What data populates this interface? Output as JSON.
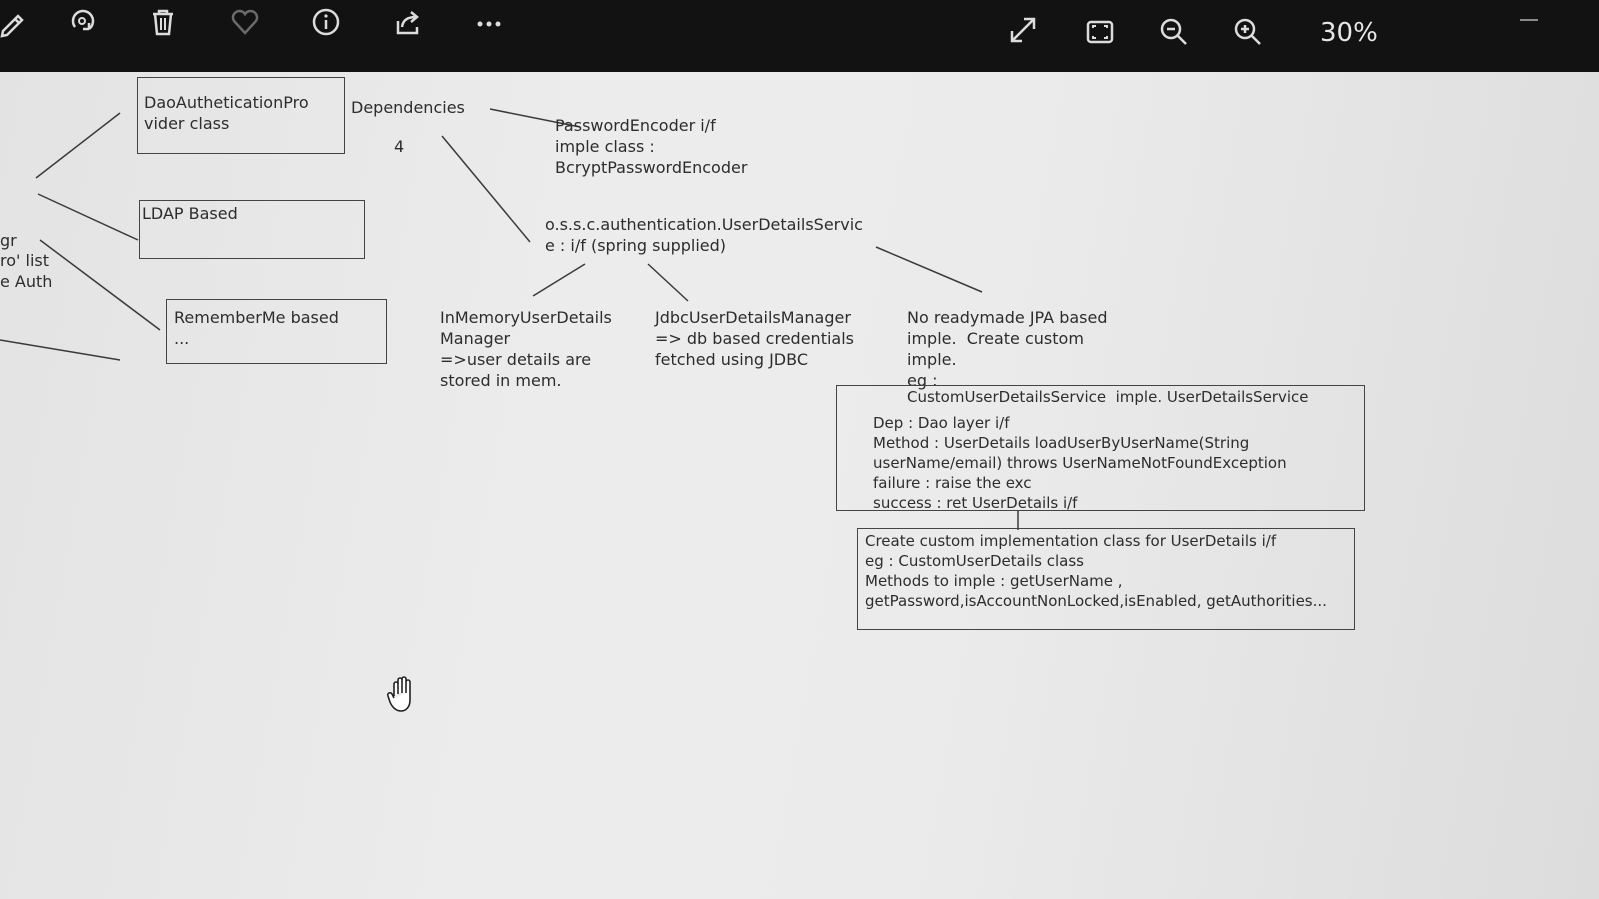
{
  "toolbar": {
    "zoom_level": "30%",
    "icons": [
      "edit-icon",
      "rotate-icon",
      "delete-icon",
      "favorite-icon",
      "info-icon",
      "share-icon",
      "more-icon",
      "fullscreen-icon",
      "fit-screen-icon",
      "zoom-out-icon",
      "zoom-in-icon",
      "minimize-icon"
    ]
  },
  "diagram": {
    "left_fragments": [
      "gr",
      "ro' list",
      "e Auth"
    ],
    "dao_box": "DaoAutheticationPro\nvider class",
    "ldap_box": "LDAP Based",
    "rememberme_box": "RememberMe based\n...",
    "dependencies_label": "Dependencies",
    "dependencies_count": "4",
    "password_encoder": "PasswordEncoder i/f\nimple class :\nBcryptPasswordEncoder",
    "user_details_service": "o.s.s.c.authentication.UserDetailsServic\ne : i/f (spring supplied)",
    "in_memory": "InMemoryUserDetails\nManager\n=>user details are\nstored in mem.",
    "jdbc": "JdbcUserDetailsManager\n=> db based credentials\nfetched using JDBC",
    "no_jpa": "No readymade JPA based\nimple.  Create custom\nimple.\neg :",
    "custom_service_title": "CustomUserDetailsService  imple. UserDetailsService",
    "custom_service_body": "Dep : Dao layer i/f\nMethod : UserDetails loadUserByUserName(String\nuserName/email) throws UserNameNotFoundException\nfailure : raise the exc\nsuccess : ret UserDetails i/f",
    "custom_details_box": "Create custom implementation class for UserDetails i/f\neg : CustomUserDetails class\nMethods to imple : getUserName ,\ngetPassword,isAccountNonLocked,isEnabled, getAuthorities..."
  },
  "colors": {
    "toolbar_bg": "#121212",
    "icon": "#dcdcdc",
    "canvas_bg": "#e8e8e8",
    "ink": "#2d2d2d"
  }
}
